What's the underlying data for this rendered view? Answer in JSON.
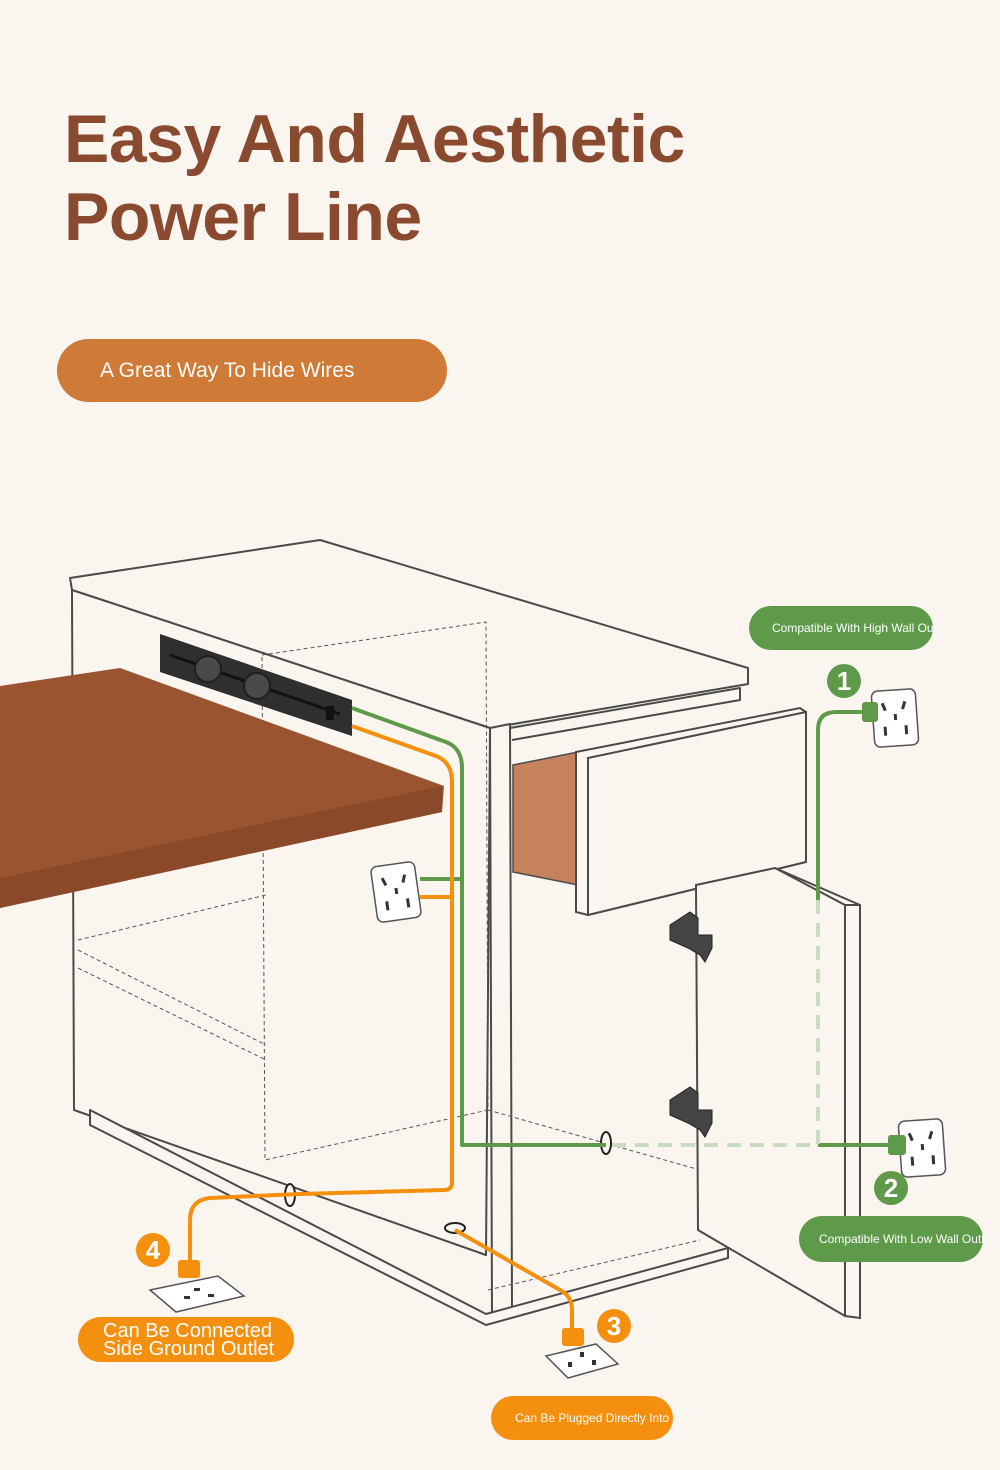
{
  "title": {
    "line1": "Easy And Aesthetic",
    "line2": "Power Line"
  },
  "subtitle": "A Great Way To Hide Wires",
  "callouts": [
    {
      "number": "1",
      "text": "Compatible With High Wall Ou",
      "color": "#5f9a4b"
    },
    {
      "number": "2",
      "text": "Compatible With Low Wall Outl",
      "color": "#5f9a4b"
    },
    {
      "number": "3",
      "text": "Can Be Plugged Directly Into T",
      "color": "#f5900f"
    },
    {
      "number": "4",
      "line1": "Can Be Connected",
      "line2": "Side Ground Outlet",
      "color": "#f5900f"
    }
  ],
  "colors": {
    "background": "#faf5ef",
    "title": "#8a4a2f",
    "subtitle_pill": "#cf7a36",
    "green_wire": "#5f9a4b",
    "orange_wire": "#f5900f",
    "desktop": "#9a5530",
    "drawer_inner": "#c5825c",
    "power_strip": "#2f2f2f",
    "outline": "#4a4a4a"
  },
  "icons": [
    "outlet-icon",
    "power-strip-icon",
    "plug-icon",
    "hinge-icon",
    "cable-hole-icon"
  ]
}
